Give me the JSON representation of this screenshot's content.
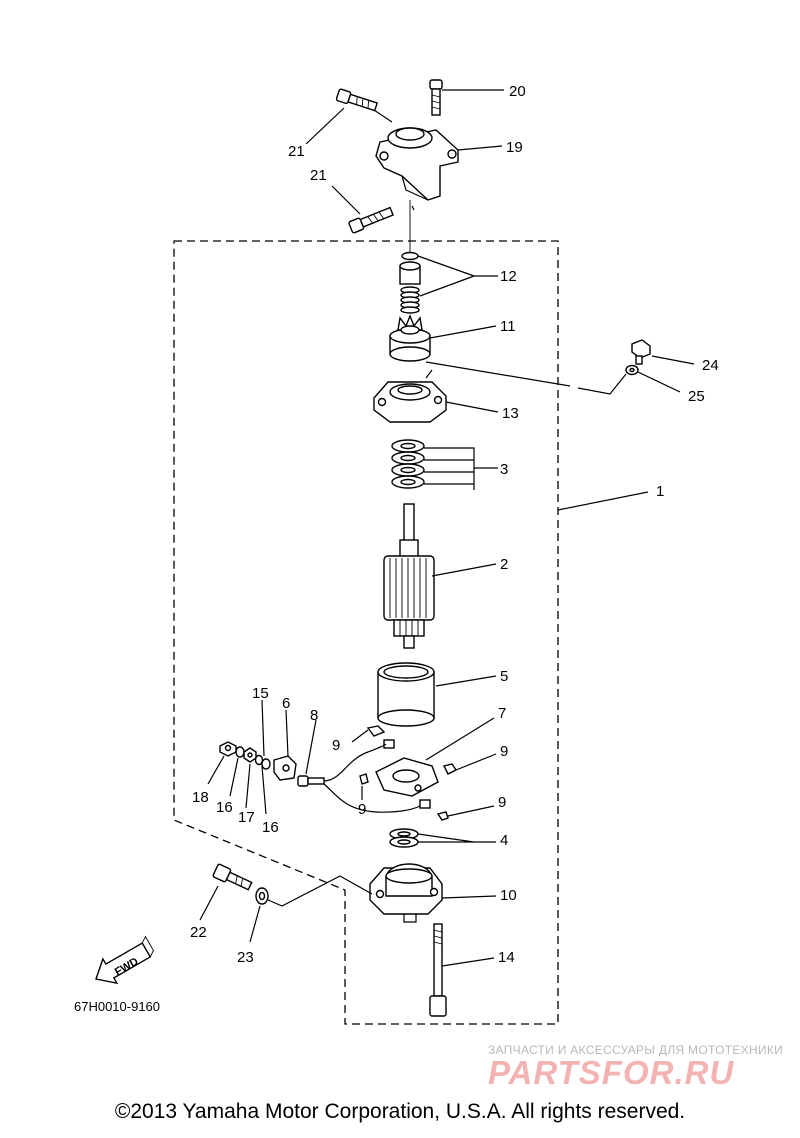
{
  "diagram": {
    "drawing_code": "67H0010-9160",
    "fwd_label": "FWD",
    "labels": [
      {
        "id": "20",
        "text": "20"
      },
      {
        "id": "19",
        "text": "19"
      },
      {
        "id": "21a",
        "text": "21"
      },
      {
        "id": "21b",
        "text": "21"
      },
      {
        "id": "12",
        "text": "12"
      },
      {
        "id": "11",
        "text": "11"
      },
      {
        "id": "24",
        "text": "24"
      },
      {
        "id": "25",
        "text": "25"
      },
      {
        "id": "13",
        "text": "13"
      },
      {
        "id": "3",
        "text": "3"
      },
      {
        "id": "1",
        "text": "1"
      },
      {
        "id": "2",
        "text": "2"
      },
      {
        "id": "5",
        "text": "5"
      },
      {
        "id": "15",
        "text": "15"
      },
      {
        "id": "6",
        "text": "6"
      },
      {
        "id": "8",
        "text": "8"
      },
      {
        "id": "7",
        "text": "7"
      },
      {
        "id": "9a",
        "text": "9"
      },
      {
        "id": "9b",
        "text": "9"
      },
      {
        "id": "9c",
        "text": "9"
      },
      {
        "id": "9d",
        "text": "9"
      },
      {
        "id": "18",
        "text": "18"
      },
      {
        "id": "16a",
        "text": "16"
      },
      {
        "id": "17",
        "text": "17"
      },
      {
        "id": "16b",
        "text": "16"
      },
      {
        "id": "4",
        "text": "4"
      },
      {
        "id": "10",
        "text": "10"
      },
      {
        "id": "22",
        "text": "22"
      },
      {
        "id": "23",
        "text": "23"
      },
      {
        "id": "14",
        "text": "14"
      }
    ]
  },
  "watermark": {
    "line1": "ЗАПЧАСТИ И АКСЕССУАРЫ ДЛЯ МОТОТЕХНИКИ",
    "line2": "PARTSFOR.RU"
  },
  "footer": {
    "copyright": "©2013 Yamaha Motor Corporation, U.S.A. All rights reserved."
  }
}
